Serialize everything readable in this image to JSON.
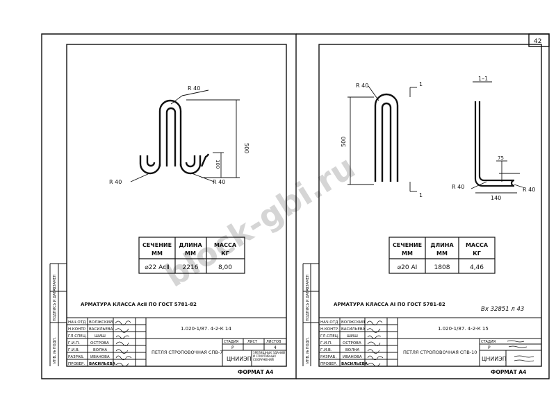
{
  "page_number": "42",
  "watermark": "block-gbi.ru",
  "left_sheet": {
    "radius_top": "R 40",
    "radius_left": "R 40",
    "radius_right": "R 40",
    "dim_height": "500",
    "dim_small": "100",
    "table": {
      "headers": [
        [
          "СЕЧЕНИЕ",
          "ММ"
        ],
        [
          "ДЛИНА",
          "ММ"
        ],
        [
          "МАССА",
          "КГ"
        ]
      ],
      "row": [
        "⌀22 АcⅡ",
        "2216",
        "8,00"
      ]
    },
    "steel_note": "АРМАТУРА КЛАССА АсⅡ ПО ГОСТ 5781-82",
    "doc_code": "1.020-1/87. 4-2-К 14",
    "title": "ПЕТЛЯ СТРОПОВОЧНАЯ СПВ-7",
    "stage_headers": [
      "СТАДИЯ",
      "ЛИСТ",
      "ЛИСТОВ"
    ],
    "stage_values": [
      "Р",
      "",
      "4"
    ],
    "org": "ЦНИИЭП",
    "org_sub": "ЗРЕЛИЩНЫХ ЗДАНИЙ И СПОРТИВНЫХ СООРУЖЕНИЙ",
    "staff_roles": [
      "НАЧ.ОТД",
      "Н.КОНТР.",
      "ГЛ.СПЕЦ.",
      "Г.И.П.",
      "Г.И.В.",
      "РАЗРАБ.",
      "ПРОВЕР."
    ],
    "staff_names": [
      "ВОЛЖСКИЙ",
      "ВАСИЛЬЕВА",
      "ШИШ",
      "ОСТРОВА",
      "ВОЛНА",
      "ИВАНОВА",
      "ВАСИЛЬЕВА"
    ],
    "side_labels": [
      "ВЗАМЕН",
      "ПОДПИСЬ И ДАТА",
      "ИНВ. № ПОДЛ."
    ],
    "format": "ФОРМАТ А4"
  },
  "right_sheet": {
    "radius_top": "R 40",
    "radius_left": "R 40",
    "radius_right": "R 40",
    "dim_height": "500",
    "dim_bottom": "140",
    "dim_small": "75",
    "section_label": "1–1",
    "cut_mark_top": "1",
    "cut_mark_bottom": "1",
    "table": {
      "headers": [
        [
          "СЕЧЕНИЕ",
          "ММ"
        ],
        [
          "ДЛИНА",
          "ММ"
        ],
        [
          "МАССА",
          "КГ"
        ]
      ],
      "row": [
        "⌀20 АⅠ",
        "1808",
        "4,46"
      ]
    },
    "steel_note": "АРМАТУРА КЛАССА АⅠ ПО ГОСТ 5781-82",
    "handwritten": "Вх 32851 л 43",
    "doc_code": "1.020-1/87. 4-2-К 15",
    "title": "ПЕТЛЯ СТРОПОВОЧНАЯ СПВ-10",
    "stage_headers": [
      "СТАДИЯ"
    ],
    "stage_values": [
      "Р"
    ],
    "org": "ЦНИИЭП",
    "staff_roles": [
      "НАЧ.ОТД",
      "Н.КОНТР.",
      "ГЛ.СПЕЦ.",
      "Г.И.П.",
      "Г.И.В.",
      "РАЗРАБ.",
      "ПРОВЕР."
    ],
    "staff_names": [
      "ВОЛЖСКИЙ",
      "ВАСИЛЬЕВА",
      "ШИШ",
      "ОСТРОВА",
      "ВОЛНА",
      "ИВАНОВА",
      "ВАСИЛЬЕВА"
    ],
    "side_labels": [
      "ВЗАМЕН",
      "ПОДПИСЬ И ДАТА",
      "ИНВ. № ПОДЛ."
    ],
    "format": "ФОРМАТ А4"
  }
}
